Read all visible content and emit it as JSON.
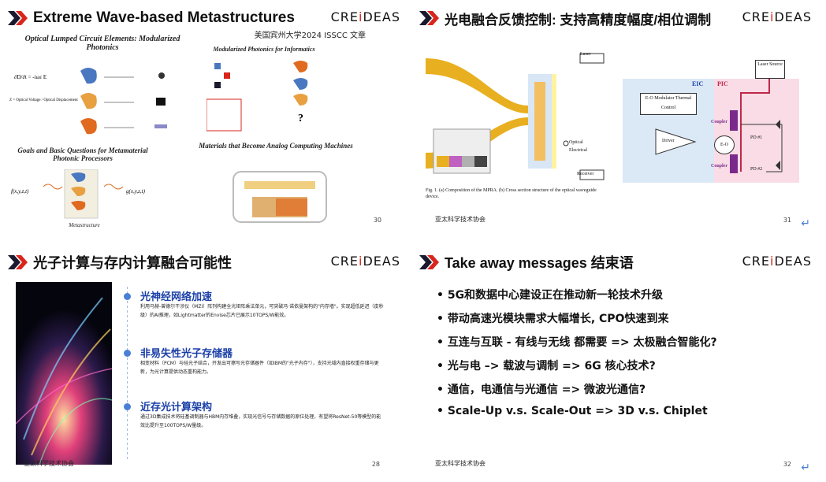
{
  "logo_text": "CREiDEAS",
  "slides": [
    {
      "title": "Extreme Wave-based Metastructures",
      "subtitle": "美国宾州大学2024 ISSCC 文章",
      "panels": {
        "top_left": "Optical Lumped Circuit Elements: Modularized Photonics",
        "top_right": "Modularized Photonics for Informatics",
        "bottom_left": "Goals and Basic Questions for Metamaterial Photonic Processors",
        "bottom_right": "Materials that Become Analog Computing Machines",
        "metastructure_label": "Metastructure"
      },
      "page_number": "30"
    },
    {
      "title": "光电融合反馈控制: 支持高精度幅度/相位调制",
      "figure_caption": "Fig. 1.   (a) Composition of the MPRA. (b) Cross section structure of the optical waveguide device.",
      "legend": {
        "optical": "Optical",
        "electrical": "Electrical"
      },
      "blocks": {
        "laser": "Laser",
        "receiver": "Receiver",
        "pd": "PD",
        "eic": "EIC",
        "pic": "PIC",
        "modulator": "E-O Modulator Thermal Control",
        "laser_source": "Laser Source",
        "driver": "Driver",
        "eo": "E-O",
        "coupler_top": "Coupler",
        "coupler_bottom": "Coupler",
        "pd1": "PD #1",
        "pd2": "PD #2"
      },
      "footer": "亚太科学技术协会",
      "page_number": "31"
    },
    {
      "title": "光子计算与存内计算融合可能性",
      "items": [
        {
          "head": "光神经网络加速",
          "body": "利用马赫-曾德尔干涉仪（MZI）阵列构建全光矩阵乘法单元，可突破冯·诺依曼架构的\"内存墙\"。实现超低延迟（皮秒级）的AI推理，如Lightmatter的Envise芯片已展示10TOPS/W能效。"
        },
        {
          "head": "非易失性光子存储器",
          "body": "相变材料（PCM）与硅光子结合，开发出可擦写光存储器件（如IBM的\"光子内存\"），支持光域内直接权重存储与更新，为光计算提供动态重构能力。"
        },
        {
          "head": "近存光计算架构",
          "body": "通过3D集成技术将硅基调制器与HBM内存堆叠，实现光信号与存储数据的原位处理，有望将ResNet-50等模型的能效比提升至100TOPS/W量级。"
        }
      ],
      "footer": "亚太科学技术协会",
      "page_number": "28"
    },
    {
      "title": "Take away messages 结束语",
      "bullets": [
        "5G和数据中心建设正在推动新一轮技术升级",
        "带动高速光模块需求大幅增长, CPO快速到来",
        "互连与互联 - 有线与无线 都需要 => 太极融合智能化?",
        "光与电 –> 载波与调制 => 6G 核心技术?",
        "通信，电通信与光通信 => 微波光通信?",
        "Scale-Up v.s. Scale-Out => 3D v.s. Chiplet"
      ],
      "footer": "亚太科学技术协会",
      "page_number": "32"
    }
  ],
  "colors": {
    "chevron_red": "#d8261c",
    "chevron_dark": "#1a1a2e",
    "accent_blue": "#1a3fa8",
    "logo_red": "#d8261c"
  }
}
